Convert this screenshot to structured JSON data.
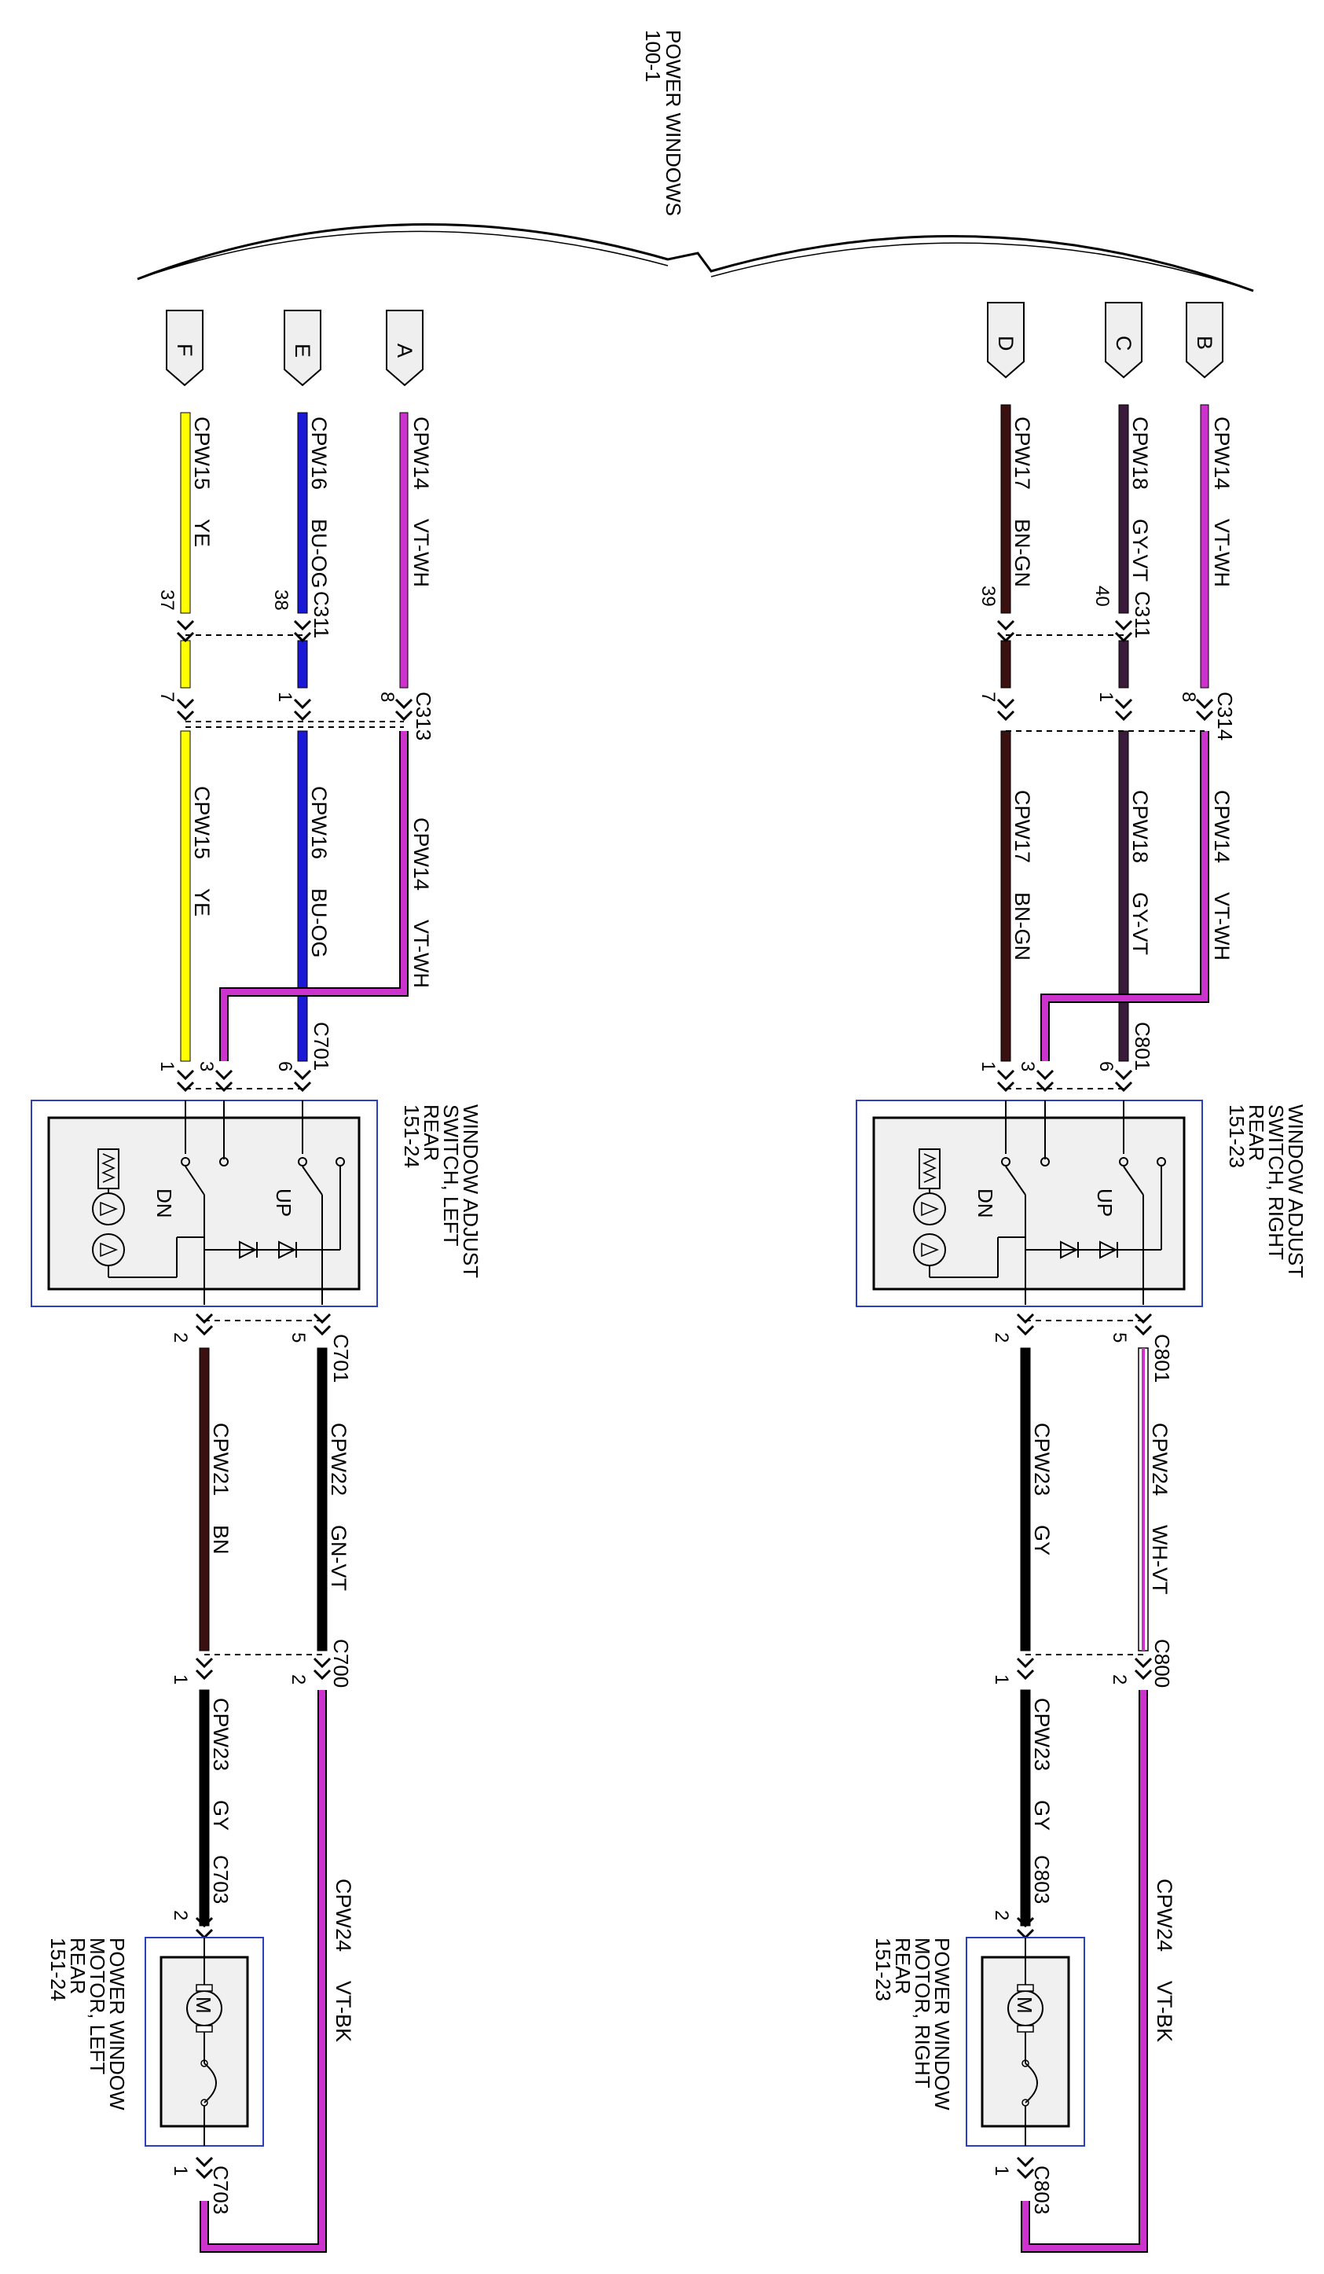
{
  "title": {
    "line1": "POWER WINDOWS",
    "line2": "100-1"
  },
  "continuations": [
    "F",
    "E",
    "A",
    "D",
    "C",
    "B"
  ],
  "connectors": {
    "c311": "C311",
    "c313": "C313",
    "c314": "C314",
    "c701": "C701",
    "c801": "C801",
    "c700": "C700",
    "c800": "C800",
    "c703": "C703",
    "c803": "C803"
  },
  "wires": {
    "left_f": {
      "circuit": "CPW15",
      "color": "YE"
    },
    "left_e": {
      "circuit": "CPW16",
      "color": "BU-OG"
    },
    "left_a": {
      "circuit": "CPW14",
      "color": "VT-WH"
    },
    "right_d": {
      "circuit": "CPW17",
      "color": "BN-GN"
    },
    "right_c": {
      "circuit": "CPW18",
      "color": "GY-VT"
    },
    "right_b": {
      "circuit": "CPW14",
      "color": "VT-WH"
    },
    "left_p2": {
      "circuit": "CPW21",
      "color": "BN"
    },
    "left_p5": {
      "circuit": "CPW22",
      "color": "GN-VT"
    },
    "right_p2": {
      "circuit": "CPW23",
      "color": "GY"
    },
    "right_p5": {
      "circuit": "CPW24",
      "color": "WH-VT"
    },
    "left_motor_gnd": {
      "circuit": "CPW23",
      "color": "GY"
    },
    "left_motor_feed": {
      "circuit": "CPW24",
      "color": "VT-BK"
    },
    "right_motor_gnd": {
      "circuit": "CPW23",
      "color": "GY"
    },
    "right_motor_feed": {
      "circuit": "CPW24",
      "color": "VT-BK"
    }
  },
  "pins": {
    "left_c311": [
      "37",
      "38"
    ],
    "left_c313": [
      "7",
      "1",
      "8"
    ],
    "right_c311": [
      "39",
      "40"
    ],
    "right_c314": [
      "7",
      "1",
      "8"
    ],
    "switch_in": [
      "1",
      "3",
      "6"
    ],
    "switch_out": [
      "2",
      "5"
    ],
    "c700": [
      "1",
      "2"
    ],
    "motor_top": "2",
    "motor_bottom": "1"
  },
  "components": {
    "left_switch": [
      "WINDOW ADJUST",
      "SWITCH, LEFT",
      "REAR",
      "151-24"
    ],
    "right_switch": [
      "WINDOW ADJUST",
      "SWITCH, RIGHT",
      "REAR",
      "151-23"
    ],
    "left_motor": [
      "POWER WINDOW",
      "MOTOR, LEFT",
      "REAR",
      "151-24"
    ],
    "right_motor": [
      "POWER WINDOW",
      "MOTOR, RIGHT",
      "REAR",
      "151-23"
    ],
    "switch_up": "UP",
    "switch_dn": "DN"
  },
  "wire_colors": {
    "YE": "#ffff00",
    "BU": "#1a1ad6",
    "OG": "#ff8c00",
    "VT": "#cc33cc",
    "WH": "#ffffff",
    "BN": "#3a1010",
    "GN": "#00aa00",
    "GY": "#7a7a7a",
    "BK": "#000000",
    "switch_frame": "#2b3fbf",
    "component_fill": "#f0f0f0"
  }
}
